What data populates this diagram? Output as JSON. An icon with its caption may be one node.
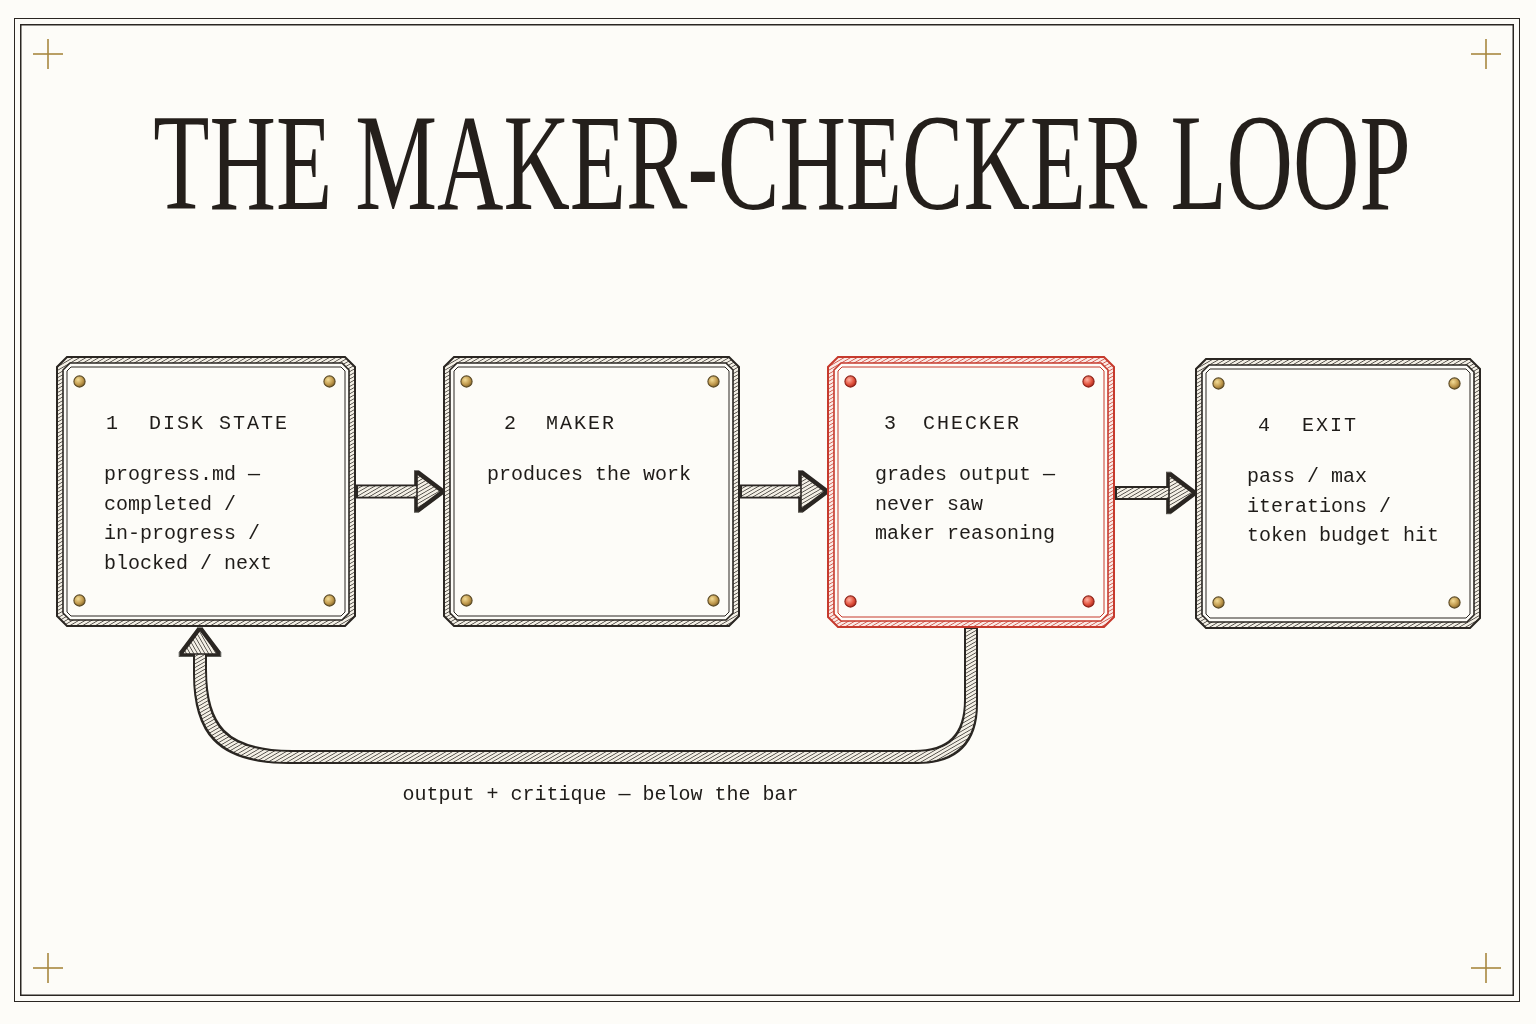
{
  "diagram": {
    "title": "THE MAKER-CHECKER LOOP",
    "nodes": [
      {
        "text": [
          "1",
          "DISK STATE",
          "progress.md — completed / in-progress / blocked / next"
        ]
      },
      {
        "text": [
          "2",
          "MAKER",
          "produces the work"
        ]
      },
      {
        "text": [
          "3",
          "CHECKER",
          "grades output — never saw maker reasoning"
        ]
      },
      {
        "text": [
          "4",
          "EXIT",
          "pass / max iterations / token budget hit"
        ]
      }
    ],
    "edges": [
      {
        "from": 0,
        "to": 1,
        "arrow": "to"
      },
      {
        "from": 1,
        "to": 2,
        "arrow": "to"
      },
      {
        "from": 2,
        "to": 3,
        "arrow": "to"
      },
      {
        "from": 2,
        "to": 0,
        "arrow": "to",
        "label": "output + critique — below the bar"
      }
    ]
  }
}
